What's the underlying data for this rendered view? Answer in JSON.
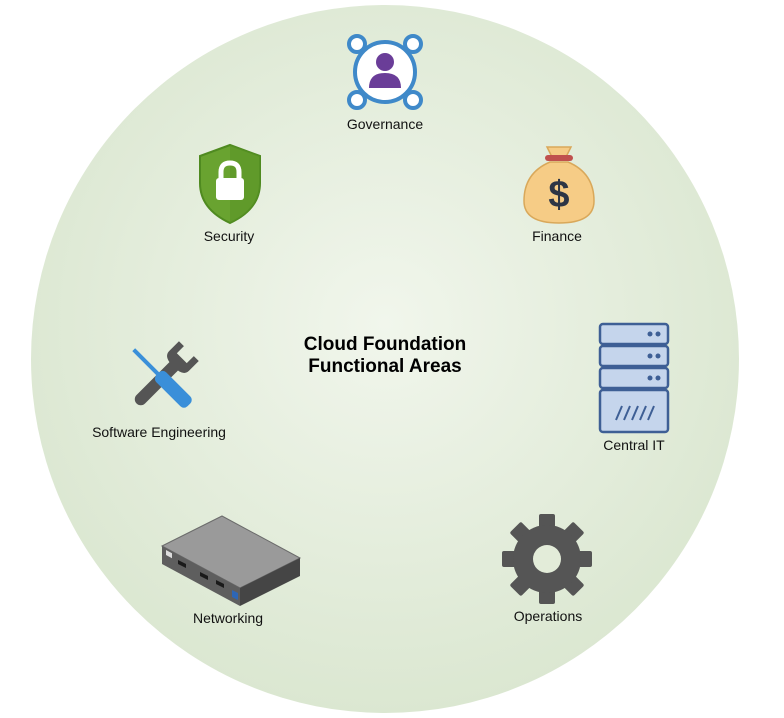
{
  "title": {
    "line1": "Cloud Foundation",
    "line2": "Functional Areas"
  },
  "colors": {
    "circle_fill": "#e6eedb",
    "governance": "#3f89c9",
    "governance_person": "#6a3d98",
    "security": "#69a330",
    "finance_bag": "#f6cc86",
    "finance_band": "#c0504d",
    "finance_symbol": "#2d3545",
    "central_it": "#c5d5ec",
    "operations": "#555555",
    "tools_wrench": "#555555",
    "tools_screwdriver": "#3a8fd9",
    "networking": "#8a8a8a"
  },
  "areas": [
    {
      "id": "governance",
      "label": "Governance",
      "icon": "governance-icon"
    },
    {
      "id": "finance",
      "label": "Finance",
      "icon": "money-bag-icon"
    },
    {
      "id": "central_it",
      "label": "Central IT",
      "icon": "server-rack-icon"
    },
    {
      "id": "operations",
      "label": "Operations",
      "icon": "gear-icon"
    },
    {
      "id": "networking",
      "label": "Networking",
      "icon": "network-switch-icon"
    },
    {
      "id": "software_engineering",
      "label": "Software Engineering",
      "icon": "tools-icon"
    },
    {
      "id": "security",
      "label": "Security",
      "icon": "shield-lock-icon"
    }
  ]
}
